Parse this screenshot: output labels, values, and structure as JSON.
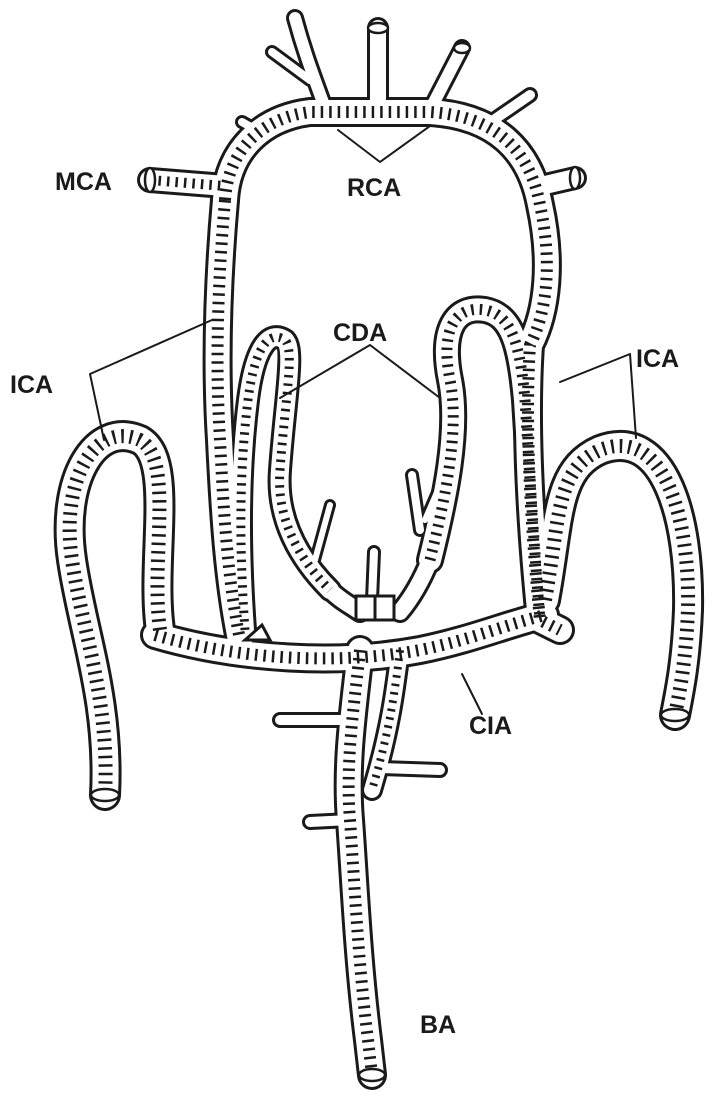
{
  "labels": {
    "mca": "MCA",
    "rca": "RCA",
    "cda": "CDA",
    "ica_left": "ICA",
    "ica_right": "ICA",
    "cia": "CIA",
    "ba": "BA"
  },
  "colors": {
    "ink": "#1a1a1a",
    "background": "#ffffff"
  }
}
